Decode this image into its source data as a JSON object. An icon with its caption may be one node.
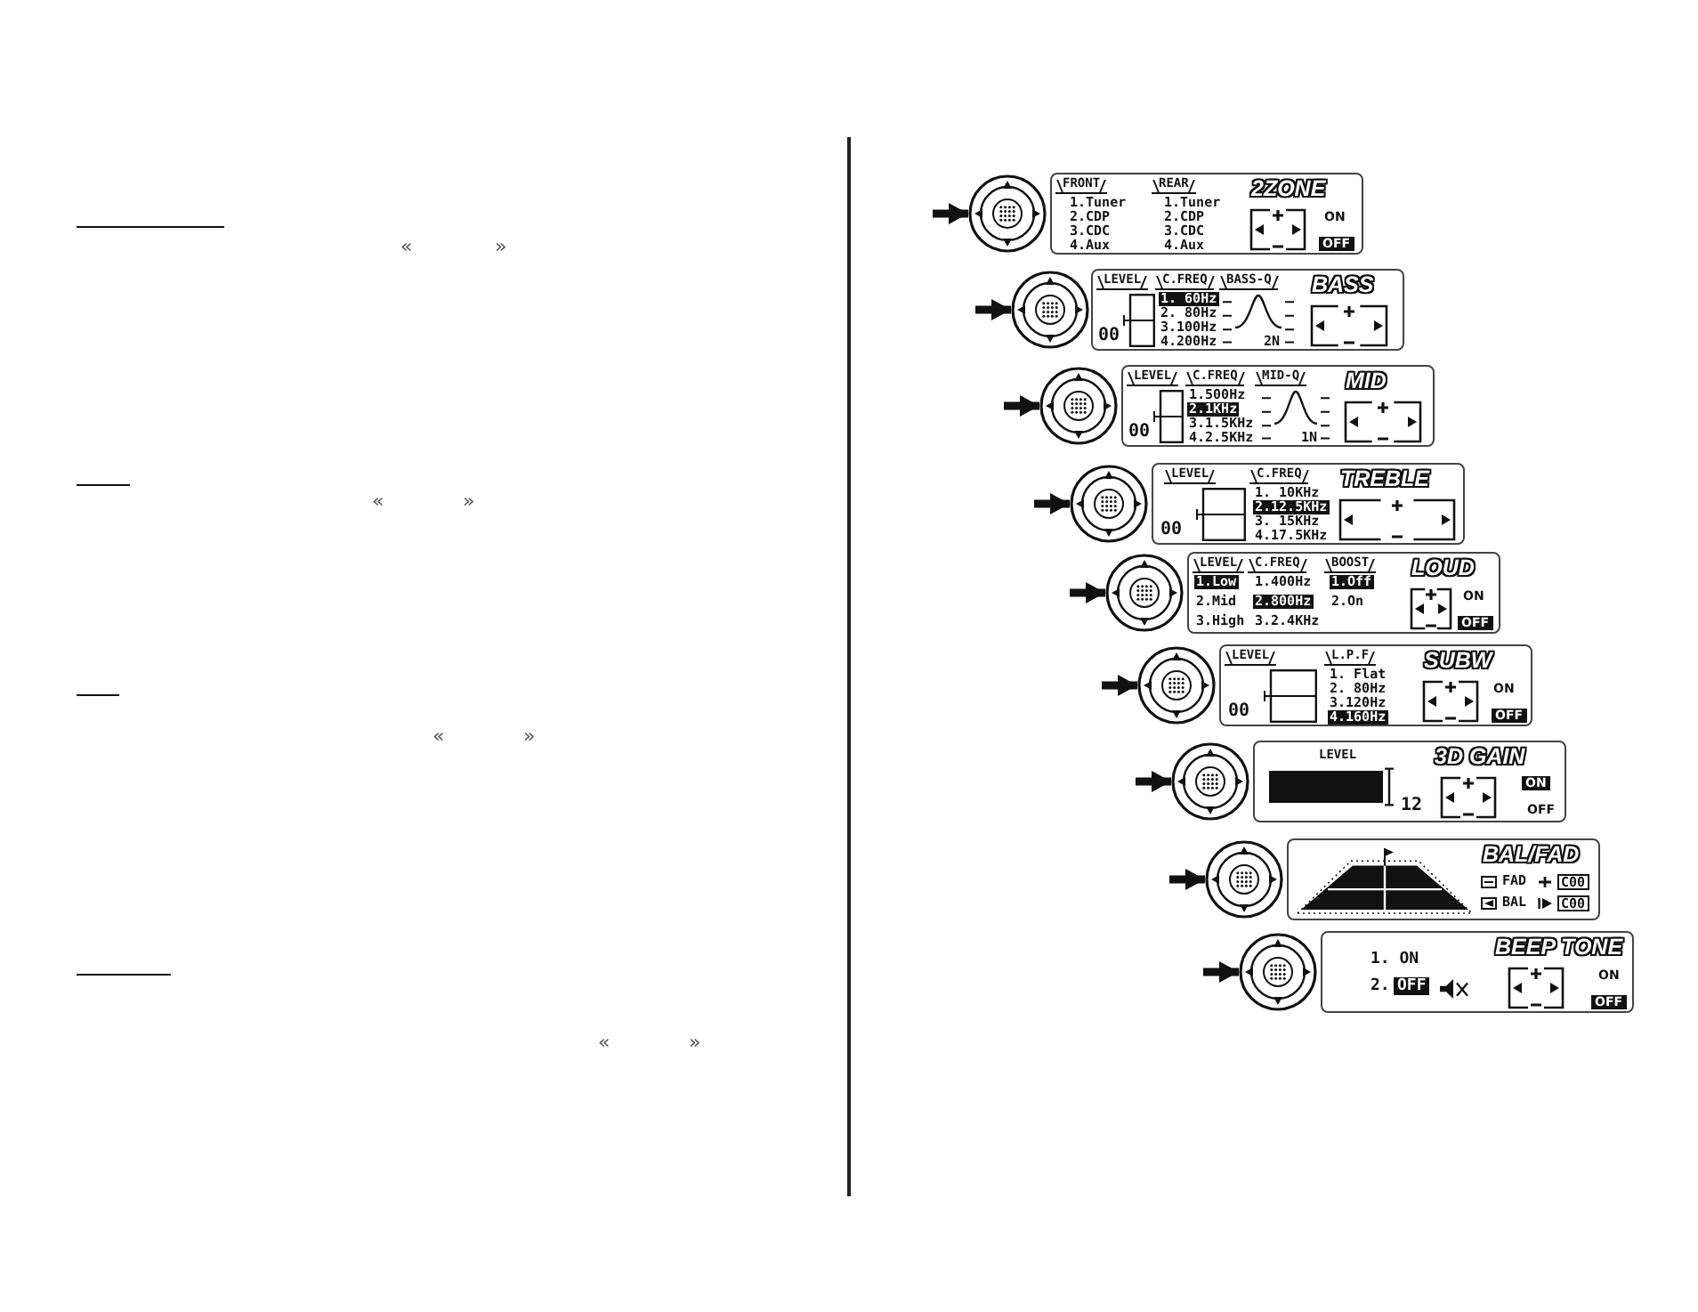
{
  "diagram": {
    "nodes": [
      {
        "text": [],
        "shape": "picture"
      },
      {
        "text": [
          "FRONT",
          "1.Tuner",
          "2.CDP",
          "3.CDC",
          "4.Aux",
          "REAR",
          "1.Tuner",
          "2.CDP",
          "3.CDC",
          "4.Aux",
          "2ZONE",
          "ON",
          "OFF"
        ]
      },
      {
        "text": [],
        "shape": "picture"
      },
      {
        "text": [
          "LEVEL",
          "C.FREQ",
          "BASS-Q",
          "BASS",
          "00",
          "1. 60Hz",
          "2. 80Hz",
          "3.100Hz",
          "4.200Hz",
          "2N"
        ]
      },
      {
        "text": [],
        "shape": "picture"
      },
      {
        "text": [
          "LEVEL",
          "C.FREQ",
          "MID-Q",
          "MID",
          "00",
          "1.500Hz",
          "2.1KHz",
          "3.1.5KHz",
          "4.2.5KHz",
          "1N"
        ]
      },
      {
        "text": [],
        "shape": "picture"
      },
      {
        "text": [
          "LEVEL",
          "C.FREQ",
          "TREBLE",
          "00",
          "1. 10KHz",
          "2.12.5KHz",
          "3. 15KHz",
          "4.17.5KHz"
        ]
      },
      {
        "text": [],
        "shape": "picture"
      },
      {
        "text": [
          "LEVEL",
          "C.FREQ",
          "BOOST",
          "LOUD",
          "1.Low",
          "2.Mid",
          "3.High",
          "1.400Hz",
          "2.800Hz",
          "3.2.4KHz",
          "1.Off",
          "2.On",
          "ON",
          "OFF"
        ]
      },
      {
        "text": [],
        "shape": "picture"
      },
      {
        "text": [
          "LEVEL",
          "L.P.F",
          "SUBW",
          "00",
          "1. Flat",
          "2. 80Hz",
          "3.120Hz",
          "4.160Hz",
          "ON",
          "OFF"
        ]
      },
      {
        "text": [],
        "shape": "picture"
      },
      {
        "text": [
          "LEVEL",
          "3D GAIN",
          "12",
          "ON",
          "OFF"
        ]
      },
      {
        "text": [],
        "shape": "picture"
      },
      {
        "text": [
          "BAL/FAD",
          "FAD",
          "C00",
          "BAL",
          "C00"
        ]
      },
      {
        "text": [],
        "shape": "picture"
      },
      {
        "text": [
          "1. ON",
          "2.",
          "OFF",
          "BEEP TONE",
          "ON",
          "OFF"
        ]
      }
    ],
    "edges": [
      {
        "from": null,
        "to": 0,
        "arrow": "to"
      },
      {
        "from": null,
        "to": 2,
        "arrow": "to"
      },
      {
        "from": null,
        "to": 4,
        "arrow": "to"
      },
      {
        "from": null,
        "to": 6,
        "arrow": "to"
      },
      {
        "from": null,
        "to": 8,
        "arrow": "to"
      },
      {
        "from": null,
        "to": 10,
        "arrow": "to"
      },
      {
        "from": null,
        "to": 12,
        "arrow": "to"
      },
      {
        "from": null,
        "to": 14,
        "arrow": "to"
      },
      {
        "from": null,
        "to": 16,
        "arrow": "to"
      }
    ],
    "labels": [
      "«",
      "»",
      "«",
      "»",
      "«",
      "»",
      "«",
      "»"
    ]
  }
}
